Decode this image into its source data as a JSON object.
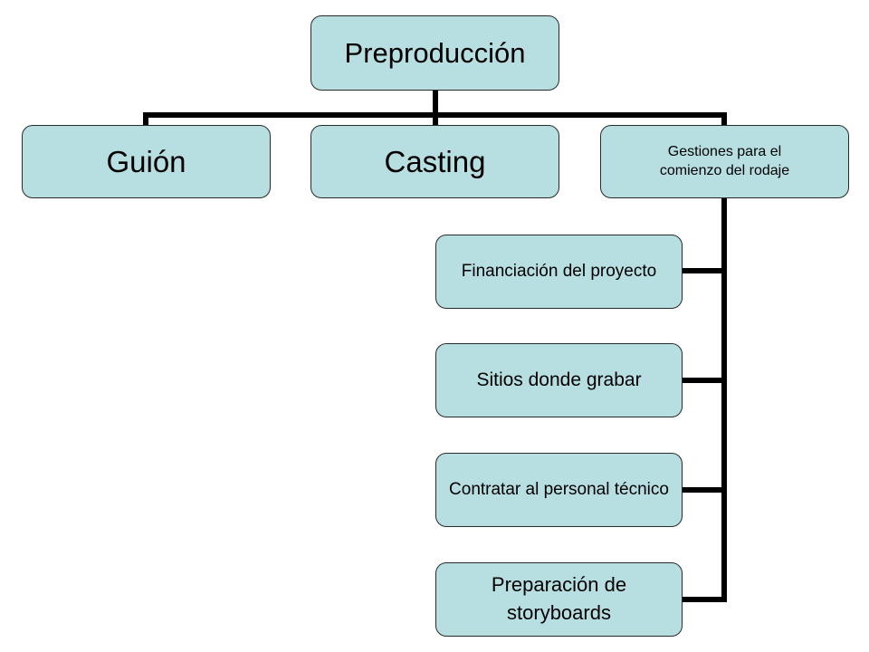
{
  "diagram": {
    "root": "Preproducción",
    "level1": [
      "Guión",
      "Casting",
      "Gestiones para el comienzo del rodaje"
    ],
    "gestiones_children": [
      "Financiación del proyecto",
      "Sitios donde grabar",
      "Contratar al personal técnico",
      "Preparación de storyboards"
    ]
  },
  "colors": {
    "node_fill": "#b7dfe1",
    "node_border": "#2a2a2a",
    "connector": "#000000"
  }
}
